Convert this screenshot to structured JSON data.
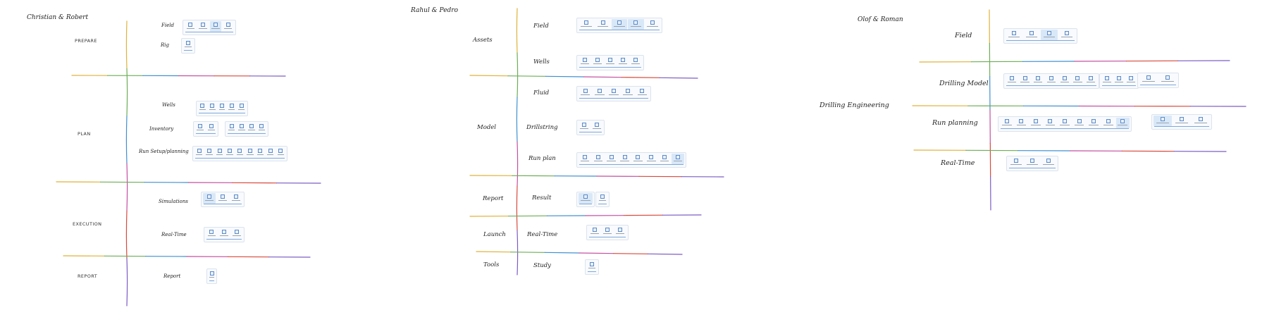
{
  "boards": [
    {
      "team": "Christian & Robert",
      "phases": [
        "PREPARE",
        "PLAN",
        "EXECUTION",
        "REPORT"
      ],
      "categories": [
        "Field",
        "Rig",
        "Wells",
        "Inventory",
        "Run Setup/planning",
        "Simulations",
        "Real-Time",
        "Report"
      ]
    },
    {
      "team": "Rahul & Pedro",
      "phases": [
        "Assets",
        "Model",
        "Report",
        "Launch",
        "Tools"
      ],
      "categories": [
        "Field",
        "Wells",
        "Fluid",
        "Drillstring",
        "Run plan",
        "Result",
        "Real-Time",
        "Study"
      ]
    },
    {
      "team": "Olof & Roman",
      "phases": [
        "Drilling Engineering"
      ],
      "categories": [
        "Field",
        "Drilling Model",
        "Run planning",
        "Real-Time"
      ]
    }
  ],
  "colors": {
    "divider_palette": [
      "#e0b23a",
      "#6cae55",
      "#3f8fd0",
      "#c44fa0",
      "#d8493c",
      "#7b5bc4"
    ],
    "toolbar_accent": "#5b8bc7"
  }
}
